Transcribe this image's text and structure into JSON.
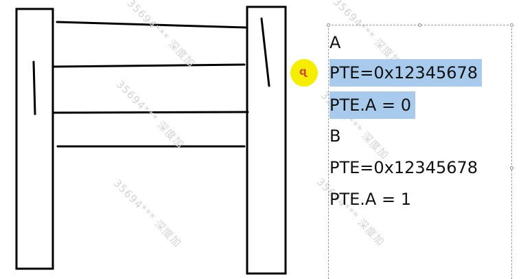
{
  "watermark": {
    "text": "35694*** 深度加"
  },
  "text_panel": {
    "lines": [
      {
        "text": "A",
        "selected": false
      },
      {
        "text": "PTE=0x12345678",
        "selected": true
      },
      {
        "text": "PTE.A = 0",
        "selected": true
      },
      {
        "text": "B",
        "selected": false
      },
      {
        "text": "PTE=0x12345678",
        "selected": false
      },
      {
        "text": "PTE.A = 1",
        "selected": false
      }
    ]
  },
  "selection_color": "#a8cbed",
  "pointer": {
    "icon": "laser-pointer-icon",
    "highlight_color": "#f6ee00",
    "glyph": "ɋ"
  }
}
